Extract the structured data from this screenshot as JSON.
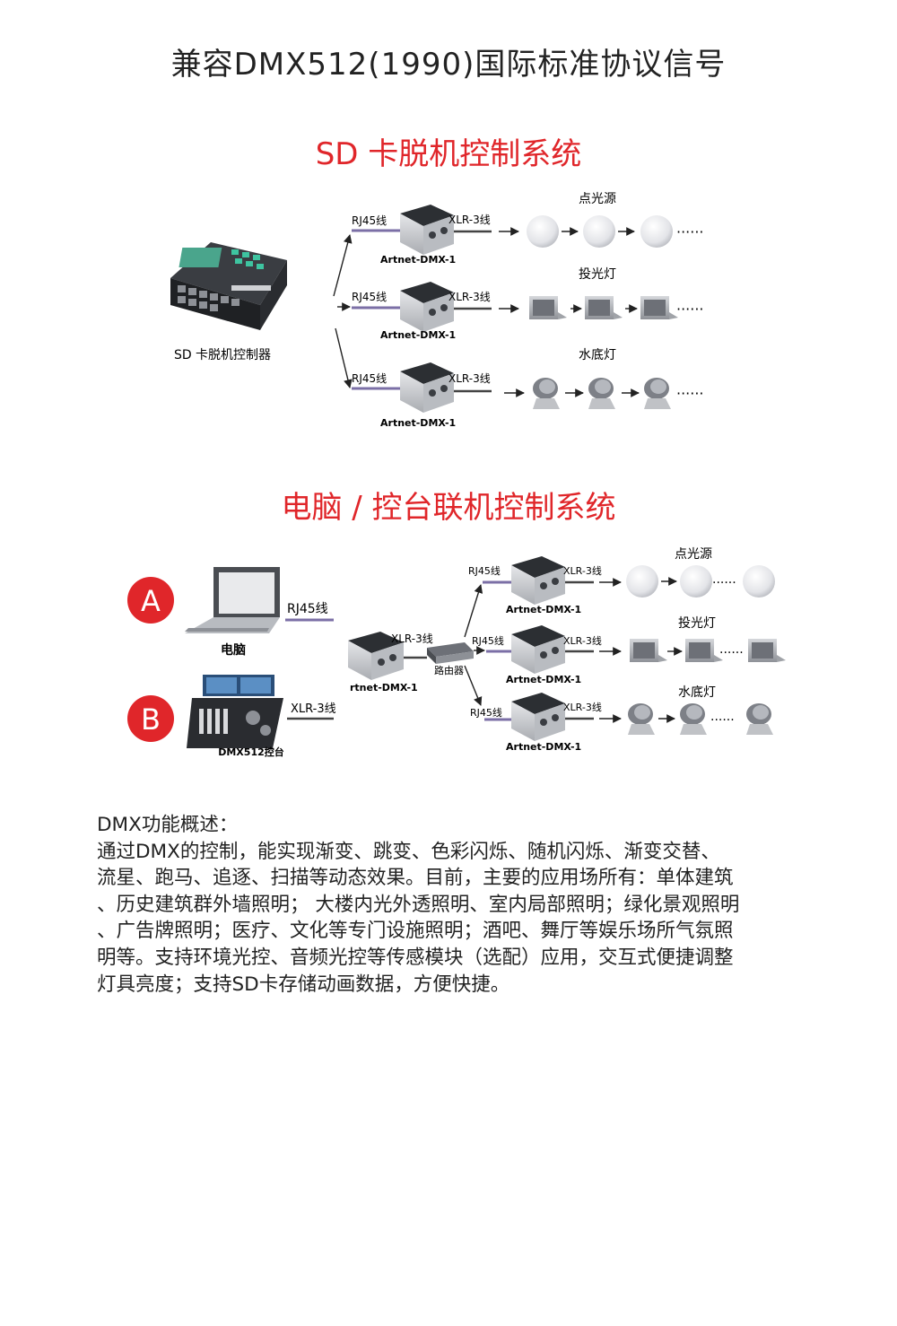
{
  "page": {
    "title": "兼容DMX512(1990)国际标准协议信号"
  },
  "section1": {
    "title": "SD 卡脱机控制系统",
    "controller_label": "SD 卡脱机控制器",
    "branches": [
      {
        "cable_in": "RJ45线",
        "cable_out": "XLR-3线",
        "device": "Artnet-DMX-1",
        "fixture": "点光源",
        "dots": "······"
      },
      {
        "cable_in": "RJ45线",
        "cable_out": "XLR-3线",
        "device": "Artnet-DMX-1",
        "fixture": "投光灯",
        "dots": "······"
      },
      {
        "cable_in": "RJ45线",
        "cable_out": "XLR-3线",
        "device": "Artnet-DMX-1",
        "fixture": "水底灯",
        "dots": "······"
      }
    ]
  },
  "section2": {
    "title": "电脑 / 控台联机控制系统",
    "badge_a": "A",
    "badge_b": "B",
    "computer_label": "电脑",
    "computer_cable": "RJ45线",
    "console_label": "DMX512控台",
    "console_cable": "XLR-3线",
    "hub_device": "rtnet-DMX-1",
    "hub_cable": "XLR-3线",
    "router_label": "路由器",
    "branches": [
      {
        "cable_in": "RJ45线",
        "cable_out": "XLR-3线",
        "device": "Artnet-DMX-1",
        "fixture": "点光源",
        "dots": "······"
      },
      {
        "cable_in": "RJ45线",
        "cable_out": "XLR-3线",
        "device": "Artnet-DMX-1",
        "fixture": "投光灯",
        "dots": "······"
      },
      {
        "cable_in": "RJ45线",
        "cable_out": "XLR-3线",
        "device": "Artnet-DMX-1",
        "fixture": "水底灯",
        "dots": "······"
      }
    ]
  },
  "description": {
    "heading": "DMX功能概述：",
    "lines": [
      "通过DMX的控制，能实现渐变、跳变、色彩闪烁、随机闪烁、渐变交替、",
      "流星、跑马、追逐、扫描等动态效果。目前，主要的应用场所有：单体建筑",
      "、历史建筑群外墙照明； 大楼内光外透照明、室内局部照明；绿化景观照明",
      "、广告牌照明；医疗、文化等专门设施照明；酒吧、舞厅等娱乐场所气氛照",
      "明等。支持环境光控、音频光控等传感模块（选配）应用，交互式便捷调整",
      "灯具亮度；支持SD卡存储动画数据，方便快捷。"
    ]
  },
  "colors": {
    "accent_red": "#e0262a",
    "text_dark": "#222222",
    "device_gray": "#c9cbcf",
    "device_dark": "#2c2f33",
    "cable_purple": "#7b6fa6"
  }
}
